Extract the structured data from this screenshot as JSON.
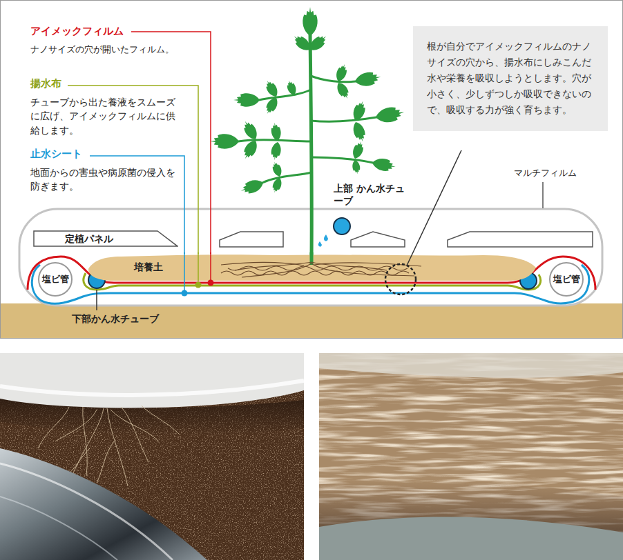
{
  "diagram": {
    "nodes": [
      {
        "text": [
          "根が自分でアイメックフィルムのナノサイズの穴から、揚水布にしみこんだ水や栄養を吸収しようとします。穴が小さく、少しずつしか吸収できないので、吸収する力が強く育ちます。"
        ]
      },
      {
        "text": [
          "定植パネル"
        ]
      },
      {
        "text": [
          "培養土"
        ]
      },
      {
        "text": [
          "塩ビ管"
        ]
      },
      {
        "text": [
          "塩ビ管"
        ]
      }
    ],
    "labels": [
      "アイメックフィルム",
      "ナノサイズの穴が開いたフィルム。",
      "揚水布",
      "チューブから出た養液をスムーズに広げ、アイメックフィルムに供給します。",
      "止水シート",
      "地面からの害虫や病原菌の侵入を防ぎます。",
      "マルチフィルム",
      "上部 かん水チューブ",
      "下部かん水チューブ"
    ]
  }
}
